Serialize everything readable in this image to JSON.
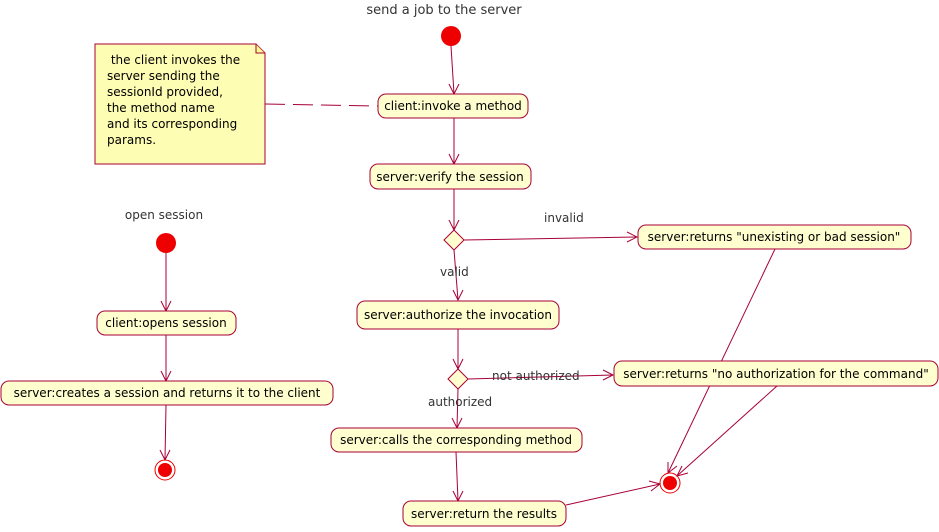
{
  "diagram": {
    "titles": {
      "send_job": "send a job to the server",
      "open_session": "open session"
    },
    "note_lines": [
      " the client invokes the",
      "server sending the",
      "sessionId provided,",
      "the method name",
      "and its corresponding",
      "params."
    ],
    "activities": {
      "invoke_method": "client:invoke a method",
      "verify_session": "server:verify the session",
      "authorize_invocation": "server:authorize the invocation",
      "calls_method": "server:calls the corresponding method",
      "return_results": "server:return the results",
      "returns_bad_session": "server:returns \"unexisting or bad session\"",
      "returns_no_auth": "server:returns \"no authorization for the command\"",
      "opens_session": "client:opens session",
      "creates_session": "server:creates a session and returns it to the client"
    },
    "edge_labels": {
      "invalid": "invalid",
      "valid": "valid",
      "not_authorized": "not authorized",
      "authorized": "authorized"
    },
    "colors": {
      "node_fill": "#FEFECE",
      "border": "#A80036",
      "start_end": "#EE0000",
      "note_fill": "#FBFB77"
    }
  }
}
